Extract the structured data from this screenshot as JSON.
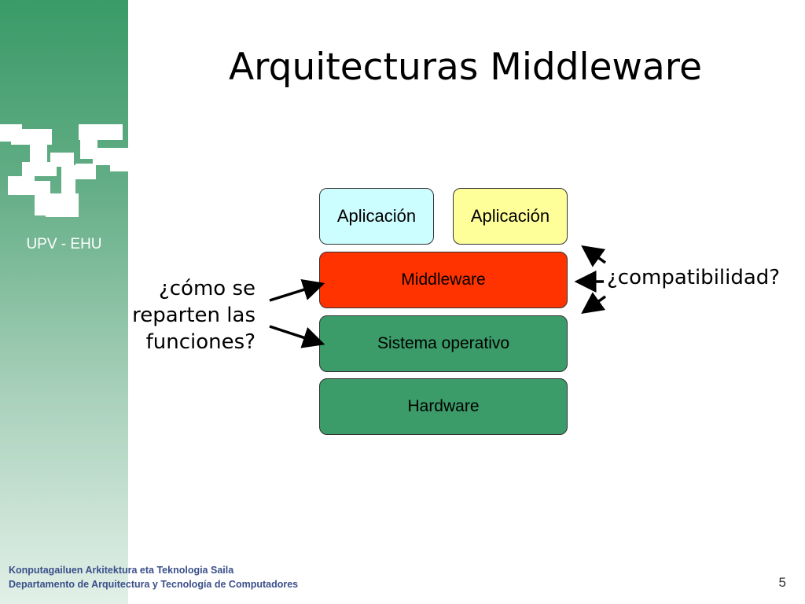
{
  "sidebar": {
    "organization": "UPV - EHU",
    "logo_icon": "university-logo-icon"
  },
  "slide": {
    "title": "Arquitecturas Middleware",
    "page_number": "5"
  },
  "diagram": {
    "layers": {
      "app1": "Aplicación",
      "app2": "Aplicación",
      "middleware": "Middleware",
      "os": "Sistema operativo",
      "hardware": "Hardware"
    },
    "colors": {
      "app1": "#ccfdff",
      "app2": "#ffff9a",
      "middleware": "#ff3300",
      "os": "#3b9b69",
      "hardware": "#3b9b69"
    },
    "question_left": {
      "line1": "¿cómo se",
      "line2": "reparten las",
      "line3": "funciones?"
    },
    "question_right": "¿compatibilidad?"
  },
  "footer": {
    "line1": "Konputagailuen Arkitektura eta Teknologia Saila",
    "line2": "Departamento de Arquitectura y Tecnología de Computadores"
  }
}
